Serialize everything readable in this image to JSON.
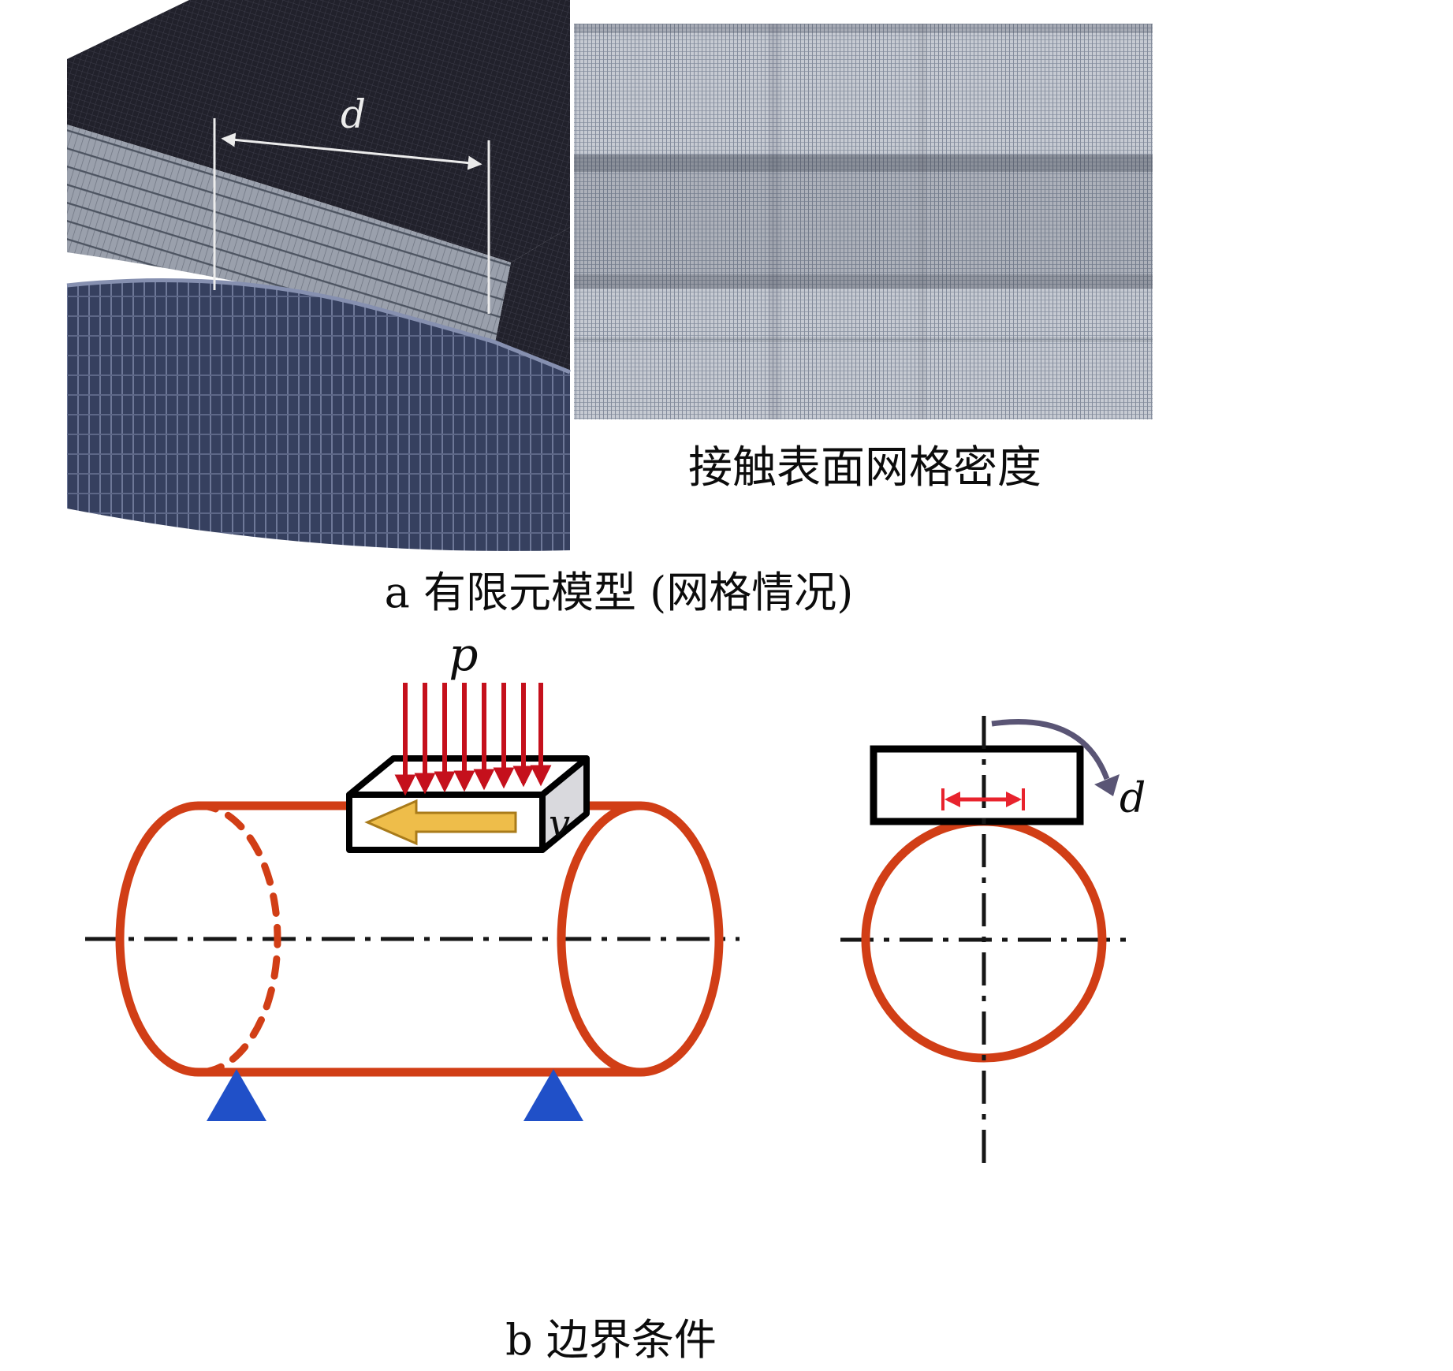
{
  "figure": {
    "panel_a": {
      "dimension_label": "d",
      "mesh_density_caption": "接触表面网格密度",
      "caption": "a 有限元模型 (网格情况)"
    },
    "panel_b": {
      "pressure_label": "p",
      "velocity_label": "v",
      "displacement_label": "d",
      "caption": "b 边界条件"
    },
    "colors": {
      "cylinder_outline": "#d13e16",
      "support_triangle": "#2050c8",
      "pressure_arrow": "#c5101c",
      "velocity_arrow_fill": "#eebd4a",
      "velocity_arrow_outline": "#a97b1a",
      "contact_width_arrow": "#e8232d",
      "rotation_arrow": "#5a5575",
      "dimension_line": "#ececec",
      "axis_line": "#161616"
    }
  }
}
